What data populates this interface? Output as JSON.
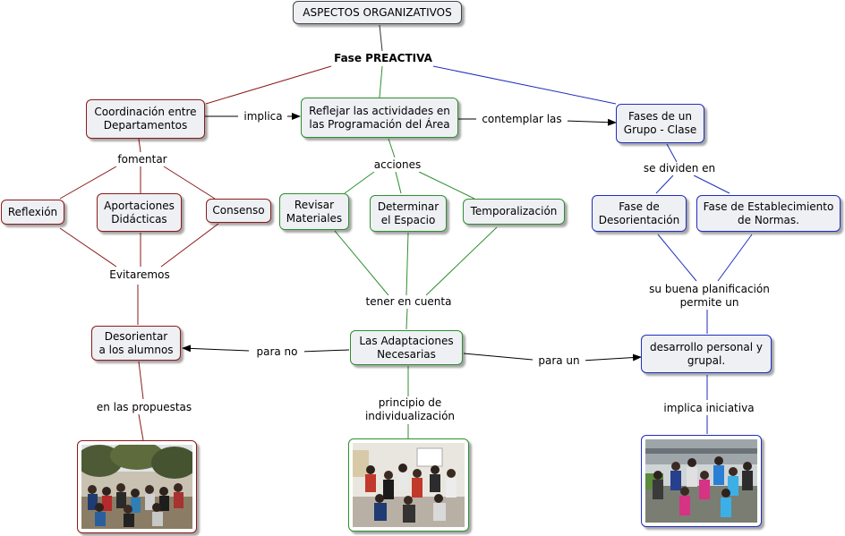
{
  "colors": {
    "gray": "#333333",
    "red": "#8b1a1a",
    "green": "#2f8f2f",
    "blue": "#1f2ebd"
  },
  "nodes": {
    "root": "ASPECTOS ORGANIZATIVOS",
    "coordinacion": "Coordinación entre\nDepartamentos",
    "reflejar": "Reflejar las actividades en\nlas Programación del Área",
    "fases": "Fases de un\nGrupo - Clase",
    "reflexion": "Reflexión",
    "aportaciones": "Aportaciones\nDidácticas",
    "consenso": "Consenso",
    "revisar": "Revisar\nMateriales",
    "determinar": "Determinar\nel Espacio",
    "temporalizacion": "Temporalización",
    "desorientacion": "Fase de\nDesorientación",
    "establecimiento": "Fase de Establecimiento\nde Normas.",
    "desorientar": "Desorientar\na los alumnos",
    "adaptaciones": "Las Adaptaciones\nNecesarias",
    "desarrollo": "desarrollo personal y\ngrupal."
  },
  "links": {
    "fase_preactiva": "Fase PREACTIVA",
    "implica": "implica",
    "contemplar": "contemplar las",
    "fomentar": "fomentar",
    "acciones": "acciones",
    "se_dividen": "se dividen en",
    "evitaremos": "Evitaremos",
    "tener": "tener en cuenta",
    "planificacion": "su buena planificación\npermite un",
    "para_no": "para no",
    "para_un": "para un",
    "propuestas": "en las propuestas",
    "principio": "principio de\nindividualización",
    "iniciativa": "implica iniciativa"
  },
  "photos": {
    "left": "outdoor-group-photo",
    "center": "classroom-activity-photo",
    "right": "schoolyard-photo"
  }
}
